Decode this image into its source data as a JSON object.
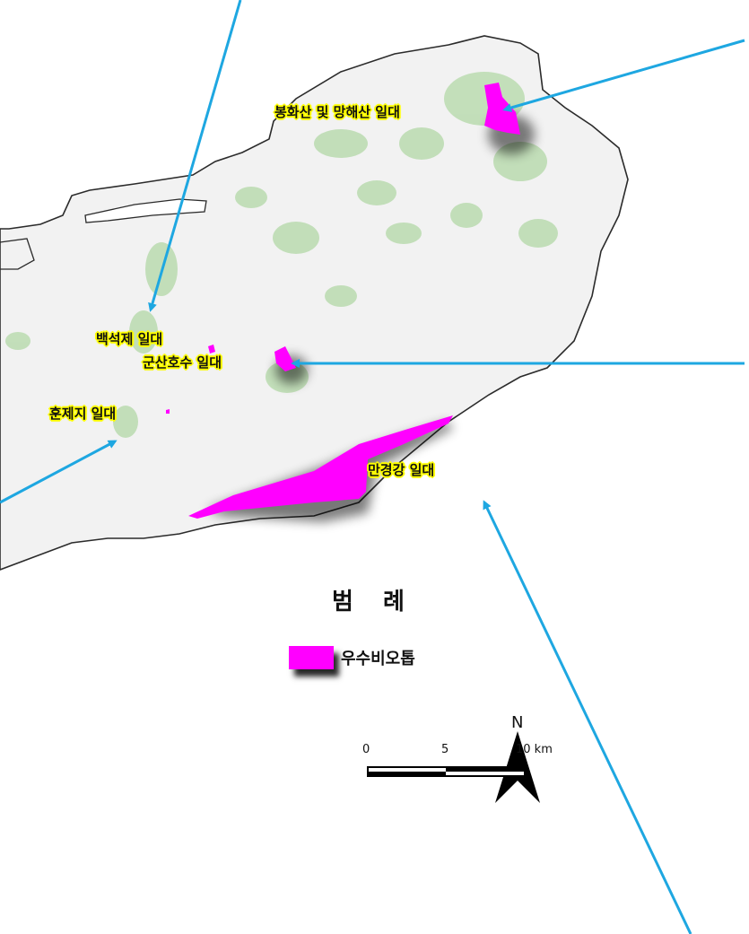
{
  "labels": {
    "bonghwa": "봉화산 및 망해산 일대",
    "baekseok": "백석제 일대",
    "gunsan_lake": "군산호수 일대",
    "hunje": "훈제지 일대",
    "mangyeong": "만경강 일대"
  },
  "legend": {
    "title": "범 례",
    "item_label": "우수비오톱",
    "item_color": "#ff00ff"
  },
  "north_arrow": {
    "label": "N"
  },
  "scale_bar": {
    "tick_0": "0",
    "tick_5": "5",
    "tick_10": "10 km"
  },
  "colors": {
    "biotope": "#ff00ff",
    "arrow": "#1ea7e1",
    "land": "#f2f2f2",
    "forest": "#9ccf8c",
    "label_halo": "#ffff00"
  },
  "icons": {
    "north": "north-arrow-icon"
  }
}
